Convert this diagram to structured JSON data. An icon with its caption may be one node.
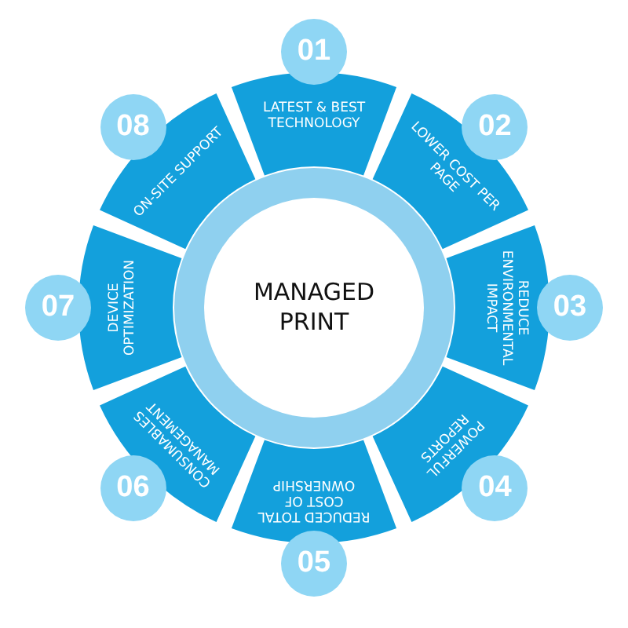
{
  "diagram": {
    "nodes": [
      {
        "text": [
          "MANAGED PRINT"
        ]
      },
      {
        "text": [
          "01"
        ]
      },
      {
        "text": [
          "LATEST & BEST TECHNOLOGY"
        ]
      },
      {
        "text": [
          "02"
        ]
      },
      {
        "text": [
          "LOWER COST PER PAGE"
        ]
      },
      {
        "text": [
          "03"
        ]
      },
      {
        "text": [
          "REDUCE ENVIRONMENTAL IMPACT"
        ]
      },
      {
        "text": [
          "04"
        ]
      },
      {
        "text": [
          "POWERFUL REPORTS"
        ]
      },
      {
        "text": [
          "05"
        ]
      },
      {
        "text": [
          "REDUCED TOTAL COST OF OWNERSHIP"
        ]
      },
      {
        "text": [
          "06"
        ]
      },
      {
        "text": [
          "CONSUMABLES MANAGEMENT"
        ]
      },
      {
        "text": [
          "07"
        ]
      },
      {
        "text": [
          "DEVICE OPTIMIZATION"
        ]
      },
      {
        "text": [
          "08"
        ]
      },
      {
        "text": [
          "ON-SITE SUPPORT"
        ]
      }
    ]
  }
}
